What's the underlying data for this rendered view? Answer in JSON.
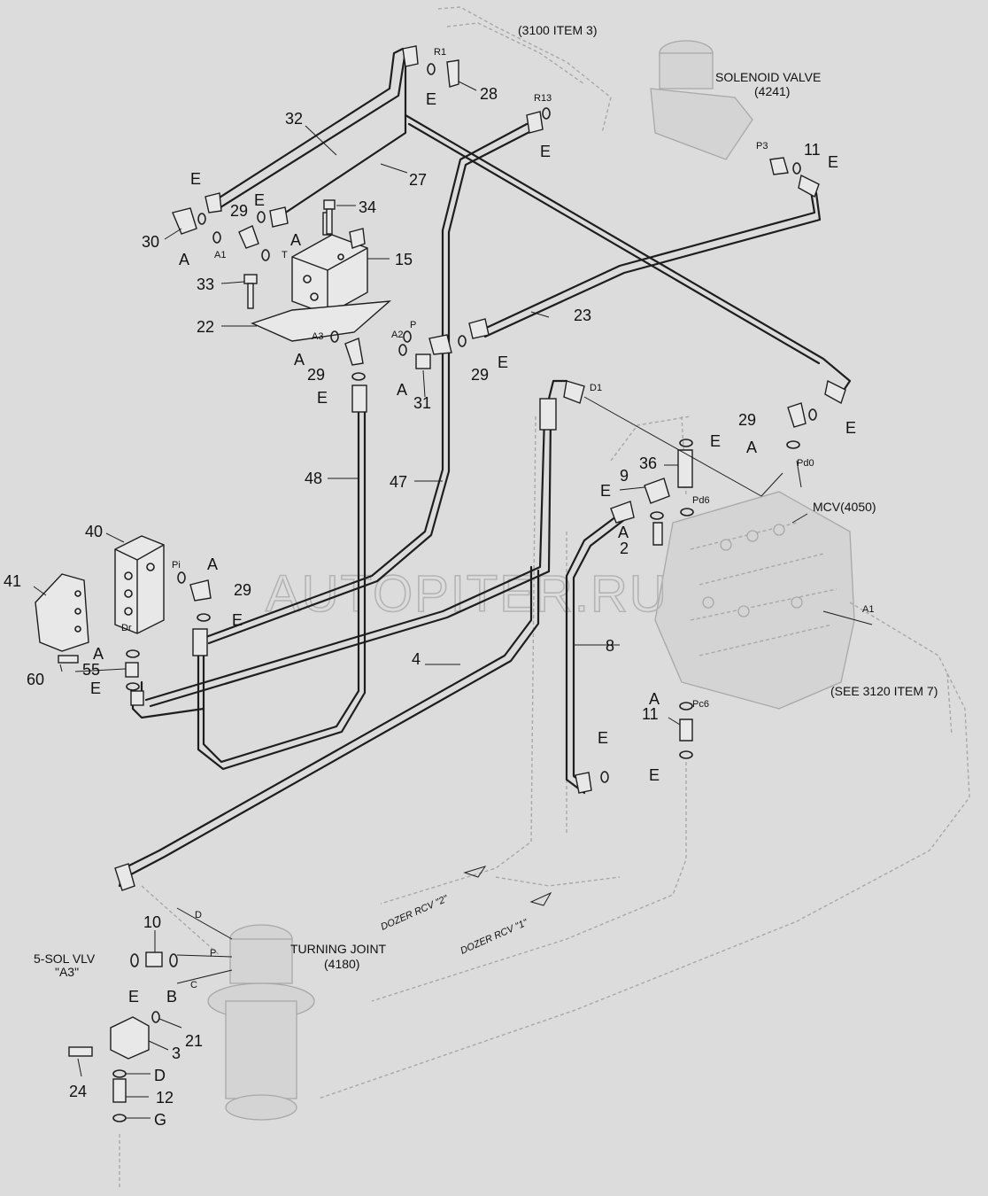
{
  "watermark": "AUTOPITER.RU",
  "annotations": {
    "ref_3100": "(3100 ITEM 3)",
    "solenoid_title": "SOLENOID VALVE",
    "solenoid_code": "(4241)",
    "mcv": "MCV(4050)",
    "see_3120": "(SEE 3120 ITEM 7)",
    "turning_title": "TURNING JOINT",
    "turning_code": "(4180)",
    "sol_vlv_title": "5-SOL VLV",
    "sol_vlv_code": "\"A3\"",
    "dozer_2": "DOZER RCV \"2\"",
    "dozer_1": "DOZER RCV \"1\""
  },
  "ports": {
    "R1": "R1",
    "R13": "R13",
    "P3": "P3",
    "A1_top": "A1",
    "T": "T",
    "P_top": "P",
    "A2": "A2",
    "A3": "A3",
    "D1": "D1",
    "Pd0": "Pd0",
    "Pd6": "Pd6",
    "Pi": "Pi",
    "Dr": "Dr",
    "A1_right": "A1",
    "Pc6": "Pc6",
    "D": "D",
    "P_low": "P",
    "C": "C"
  },
  "callouts": {
    "n32": "32",
    "n27": "27",
    "n28": "28",
    "n30": "30",
    "n29a": "29",
    "n29b": "29",
    "n29c": "29",
    "n29d": "29",
    "n29e": "29",
    "n34": "34",
    "n15": "15",
    "n33": "33",
    "n22": "22",
    "n31": "31",
    "n11a": "11",
    "n11b": "11",
    "n23": "23",
    "n48": "48",
    "n47": "47",
    "n36": "36",
    "n9": "9",
    "n2": "2",
    "n40": "40",
    "n41": "41",
    "n55": "55",
    "n60": "60",
    "n4": "4",
    "n8": "8",
    "n10": "10",
    "n21": "21",
    "n3": "3",
    "n24": "24",
    "n12": "12"
  },
  "letters": {
    "E1": "E",
    "E2": "E",
    "E3": "E",
    "E4": "E",
    "E5": "E",
    "E6": "E",
    "E7": "E",
    "E8": "E",
    "E9": "E",
    "E10": "E",
    "E11": "E",
    "E12": "E",
    "E13": "E",
    "E14": "E",
    "E15": "E",
    "E16": "E",
    "A1": "A",
    "A2": "A",
    "A3": "A",
    "A4": "A",
    "A5": "A",
    "A6": "A",
    "A7": "A",
    "A8": "A",
    "A9": "A",
    "B": "B",
    "D": "D",
    "G": "G"
  },
  "colors": {
    "background": "#dcdcdc",
    "ink": "#1e1e1e",
    "ghost": "#a8a8a8"
  }
}
